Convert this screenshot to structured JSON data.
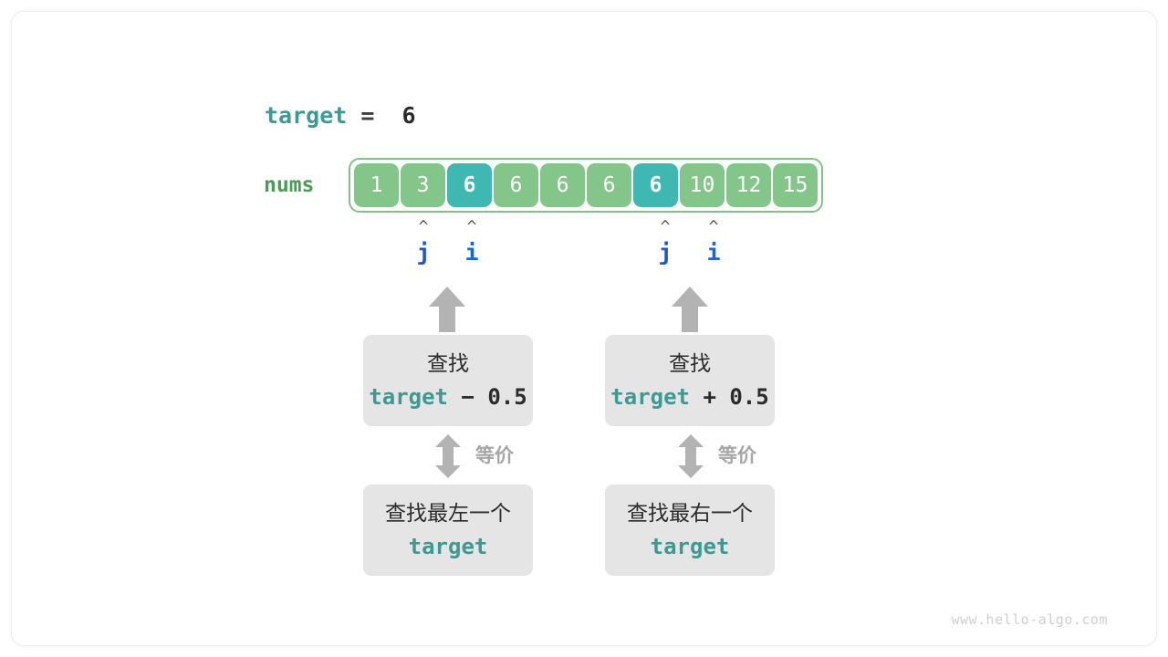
{
  "diagram": {
    "target_line": {
      "name": "target",
      "equals": "=",
      "value": "6"
    },
    "array": {
      "label": "nums",
      "cells": [
        {
          "value": "1",
          "highlighted": false
        },
        {
          "value": "3",
          "highlighted": false
        },
        {
          "value": "6",
          "highlighted": true
        },
        {
          "value": "6",
          "highlighted": false
        },
        {
          "value": "6",
          "highlighted": false
        },
        {
          "value": "6",
          "highlighted": false
        },
        {
          "value": "6",
          "highlighted": true
        },
        {
          "value": "10",
          "highlighted": false
        },
        {
          "value": "12",
          "highlighted": false
        },
        {
          "value": "15",
          "highlighted": false
        }
      ]
    },
    "pointers": [
      {
        "label": "j",
        "caret": "^",
        "cell_index": 1,
        "group": "left"
      },
      {
        "label": "i",
        "caret": "^",
        "cell_index": 2,
        "group": "left"
      },
      {
        "label": "j",
        "caret": "^",
        "cell_index": 6,
        "group": "right"
      },
      {
        "label": "i",
        "caret": "^",
        "cell_index": 7,
        "group": "right"
      }
    ],
    "left_branch": {
      "upper_box": {
        "line1": "查找",
        "code_name": "target",
        "code_op": " − 0.5"
      },
      "equiv_label": "等价",
      "lower_box": {
        "line1": "查找最左一个",
        "code_name": "target"
      }
    },
    "right_branch": {
      "upper_box": {
        "line1": "查找",
        "code_name": "target",
        "code_op": " + 0.5"
      },
      "equiv_label": "等价",
      "lower_box": {
        "line1": "查找最右一个",
        "code_name": "target"
      }
    },
    "watermark": "www.hello-algo.com",
    "colors": {
      "cell_green": "#84c68a",
      "cell_teal": "#3fb8b2",
      "array_border": "#82c288",
      "nums_label": "#4a9c52",
      "code_teal": "#3d9991",
      "pointer_blue": "#1769d6",
      "box_gray": "#e5e5e5",
      "arrow_gray": "#b3b3b3"
    }
  }
}
